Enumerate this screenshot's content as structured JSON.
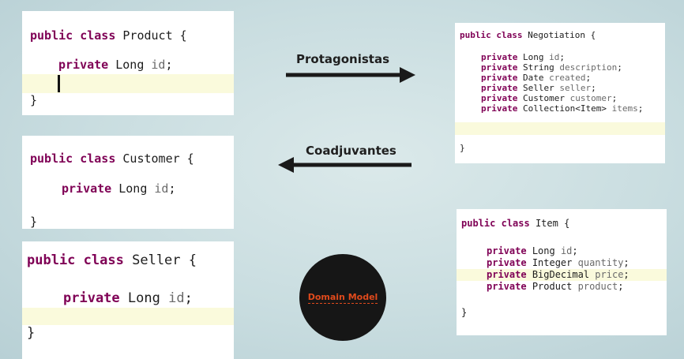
{
  "keywords": {
    "public": "public",
    "class": "class",
    "private": "private"
  },
  "classes": {
    "product": {
      "name": "Product",
      "fields": [
        {
          "type": "Long",
          "name": "id"
        }
      ]
    },
    "customer": {
      "name": "Customer",
      "fields": [
        {
          "type": "Long",
          "name": "id"
        }
      ]
    },
    "seller": {
      "name": "Seller",
      "fields": [
        {
          "type": "Long",
          "name": "id"
        }
      ]
    },
    "negotiation": {
      "name": "Negotiation",
      "fields": [
        {
          "type": "Long",
          "name": "id"
        },
        {
          "type": "String",
          "name": "description"
        },
        {
          "type": "Date",
          "name": "created"
        },
        {
          "type": "Seller",
          "name": "seller"
        },
        {
          "type": "Customer",
          "name": "customer"
        },
        {
          "type": "Collection<Item>",
          "name": "items"
        }
      ]
    },
    "item": {
      "name": "Item",
      "fields": [
        {
          "type": "Long",
          "name": "id"
        },
        {
          "type": "Integer",
          "name": "quantity"
        },
        {
          "type": "BigDecimal",
          "name": "price"
        },
        {
          "type": "Product",
          "name": "product"
        }
      ]
    }
  },
  "arrows": {
    "protagonistas": "Protagonistas",
    "coadjuvantes": "Coadjuvantes"
  },
  "badge": {
    "label": "Domain Model"
  },
  "colors": {
    "keyword": "#7f0055",
    "field": "#6a6a6a",
    "highlight": "#fafadc",
    "badge_bg": "#161616",
    "badge_text": "#e04a1c"
  }
}
